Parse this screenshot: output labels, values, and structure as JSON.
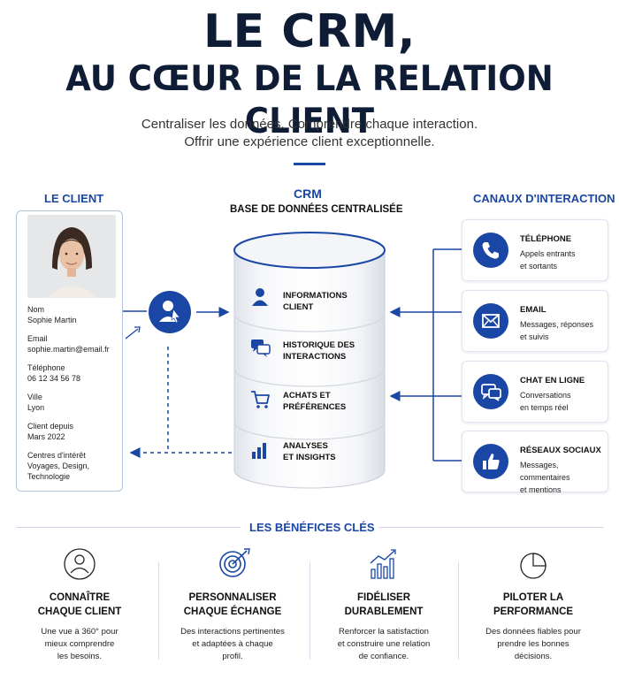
{
  "header": {
    "title_line1": "LE CRM,",
    "title_line2": "AU CŒUR DE LA RELATION CLIENT",
    "subtitle_line1": "Centraliser les données. Comprendre chaque interaction.",
    "subtitle_line2": "Offrir une expérience client exceptionnelle."
  },
  "client": {
    "heading": "LE CLIENT",
    "fields": [
      {
        "label": "Nom",
        "value": [
          "Sophie Martin"
        ]
      },
      {
        "label": "Email",
        "value": [
          "sophie.martin@email.fr"
        ]
      },
      {
        "label": "Téléphone",
        "value": [
          "06 12 34 56 78"
        ]
      },
      {
        "label": "Ville",
        "value": [
          "Lyon"
        ]
      },
      {
        "label": "Client depuis",
        "value": [
          "Mars 2022"
        ]
      },
      {
        "label": "Centres d'intérêt",
        "value": [
          "Voyages, Design,",
          "Technologie"
        ]
      }
    ]
  },
  "crm": {
    "heading": "CRM",
    "subheading": "BASE DE DONNÉES CENTRALISÉE",
    "sections": [
      {
        "line1": "INFORMATIONS",
        "line2": "CLIENT",
        "icon": "user-icon"
      },
      {
        "line1": "HISTORIQUE DES",
        "line2": "INTERACTIONS",
        "icon": "chat-history-icon"
      },
      {
        "line1": "ACHATS ET",
        "line2": "PRÉFÉRENCES",
        "icon": "cart-icon"
      },
      {
        "line1": "ANALYSES",
        "line2": "ET INSIGHTS",
        "icon": "bar-chart-icon"
      }
    ]
  },
  "channels": {
    "heading": "CANAUX D'INTERACTION",
    "items": [
      {
        "title": "TÉLÉPHONE",
        "desc": [
          "Appels entrants",
          "et sortants"
        ],
        "icon": "phone-icon"
      },
      {
        "title": "EMAIL",
        "desc": [
          "Messages, réponses",
          "et suivis"
        ],
        "icon": "envelope-icon"
      },
      {
        "title": "CHAT EN LIGNE",
        "desc": [
          "Conversations",
          "en temps réel"
        ],
        "icon": "chat-icon"
      },
      {
        "title": "RÉSEAUX SOCIAUX",
        "desc": [
          "Messages, commentaires",
          "et mentions"
        ],
        "icon": "thumbs-up-icon"
      }
    ]
  },
  "benefits": {
    "heading": "LES BÉNÉFICES CLÉS",
    "items": [
      {
        "title": [
          "CONNAÎTRE",
          "CHAQUE CLIENT"
        ],
        "desc": [
          "Une vue à 360° pour",
          "mieux comprendre",
          "les besoins."
        ],
        "icon": "person-outline-icon"
      },
      {
        "title": [
          "PERSONNALISER",
          "CHAQUE ÉCHANGE"
        ],
        "desc": [
          "Des interactions pertinentes",
          "et adaptées à chaque",
          "profil."
        ],
        "icon": "target-icon"
      },
      {
        "title": [
          "FIDÉLISER",
          "DURABLEMENT"
        ],
        "desc": [
          "Renforcer la satisfaction",
          "et construire une relation",
          "de confiance."
        ],
        "icon": "growth-chart-icon"
      },
      {
        "title": [
          "PILOTER LA",
          "PERFORMANCE"
        ],
        "desc": [
          "Des données fiables pour",
          "prendre les bonnes",
          "décisions."
        ],
        "icon": "pie-chart-icon"
      }
    ]
  },
  "colors": {
    "accent": "#1a47a6",
    "title": "#0e1c36",
    "border": "#b3c3de"
  }
}
